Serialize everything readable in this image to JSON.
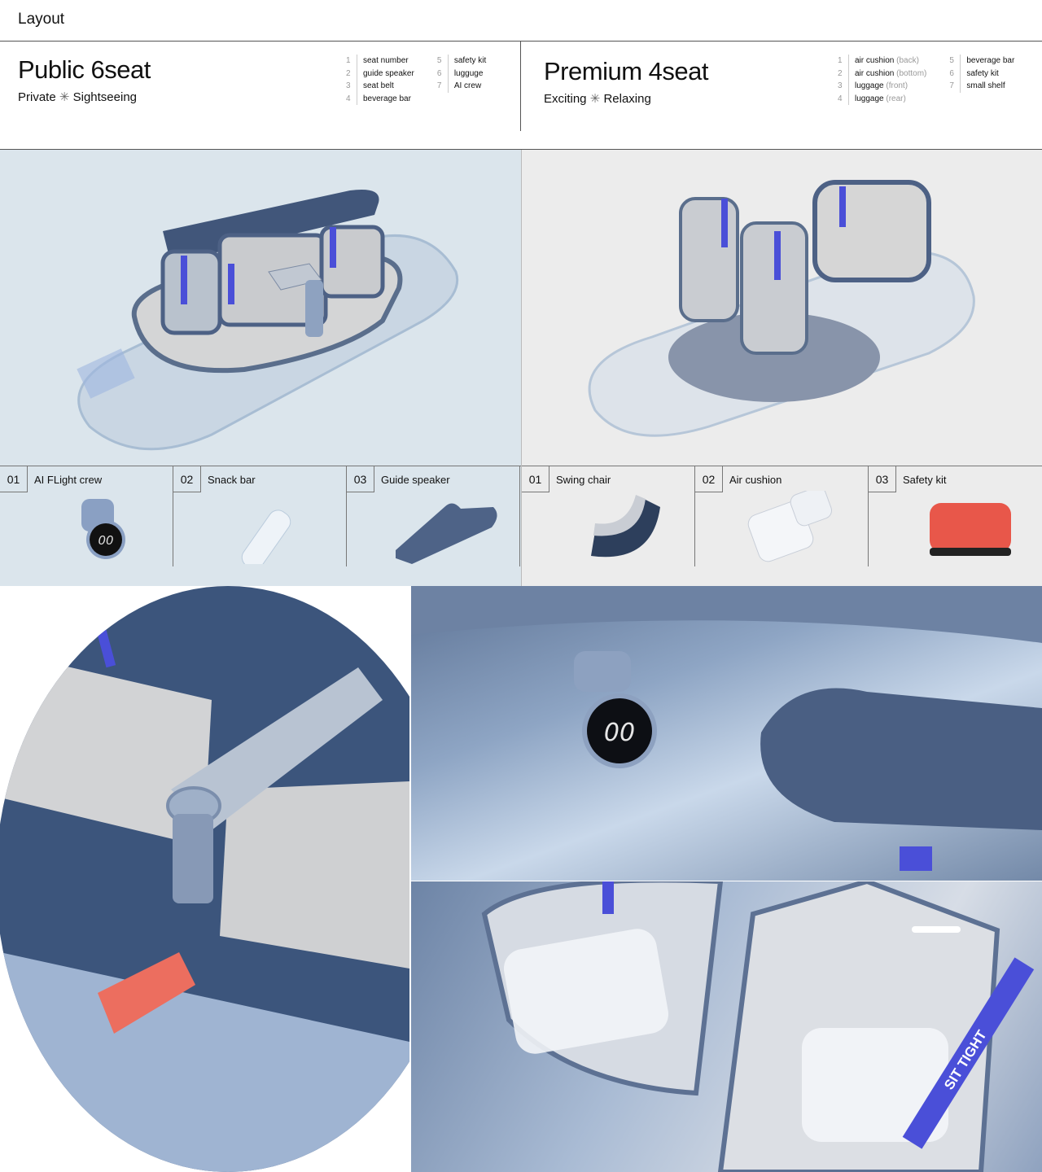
{
  "header": {
    "title": "Layout"
  },
  "public": {
    "title": "Public 6seat",
    "subtitle_a": "Private",
    "subtitle_sep": "✳",
    "subtitle_b": "Sightseeing",
    "legend": [
      {
        "n": "1",
        "label": "seat number"
      },
      {
        "n": "2",
        "label": "guide speaker"
      },
      {
        "n": "3",
        "label": "seat belt"
      },
      {
        "n": "4",
        "label": "beverage bar"
      },
      {
        "n": "5",
        "label": "safety kit"
      },
      {
        "n": "6",
        "label": "lugguge"
      },
      {
        "n": "7",
        "label": "AI crew"
      }
    ],
    "features": [
      {
        "num": "01",
        "label": "AI FLight crew",
        "icon": "ai-crew-device",
        "display": "00"
      },
      {
        "num": "02",
        "label": "Snack bar",
        "icon": "water-bottle"
      },
      {
        "num": "03",
        "label": "Guide speaker",
        "icon": "guide-speaker"
      }
    ],
    "color": "#dbe5ec"
  },
  "premium": {
    "title": "Premium 4seat",
    "subtitle_a": "Exciting",
    "subtitle_sep": "✳",
    "subtitle_b": "Relaxing",
    "legend": [
      {
        "n": "1",
        "label": "air cushion",
        "q": "(back)"
      },
      {
        "n": "2",
        "label": "air cushion",
        "q": "(bottom)"
      },
      {
        "n": "3",
        "label": "luggage",
        "q": "(front)"
      },
      {
        "n": "4",
        "label": "luggage",
        "q": "(rear)"
      },
      {
        "n": "5",
        "label": "beverage bar",
        "q": ""
      },
      {
        "n": "6",
        "label": "safety kit",
        "q": ""
      },
      {
        "n": "7",
        "label": "small shelf",
        "q": ""
      }
    ],
    "features": [
      {
        "num": "01",
        "label": "Swing chair",
        "icon": "swing-chair"
      },
      {
        "num": "02",
        "label": "Air cushion",
        "icon": "air-cushion"
      },
      {
        "num": "03",
        "label": "Safety kit",
        "icon": "safety-kit"
      }
    ],
    "color": "#ececec"
  },
  "photos": {
    "crew_display": "00",
    "belt_text": "SIT TIGHT"
  },
  "accent": "#4a4fd8"
}
